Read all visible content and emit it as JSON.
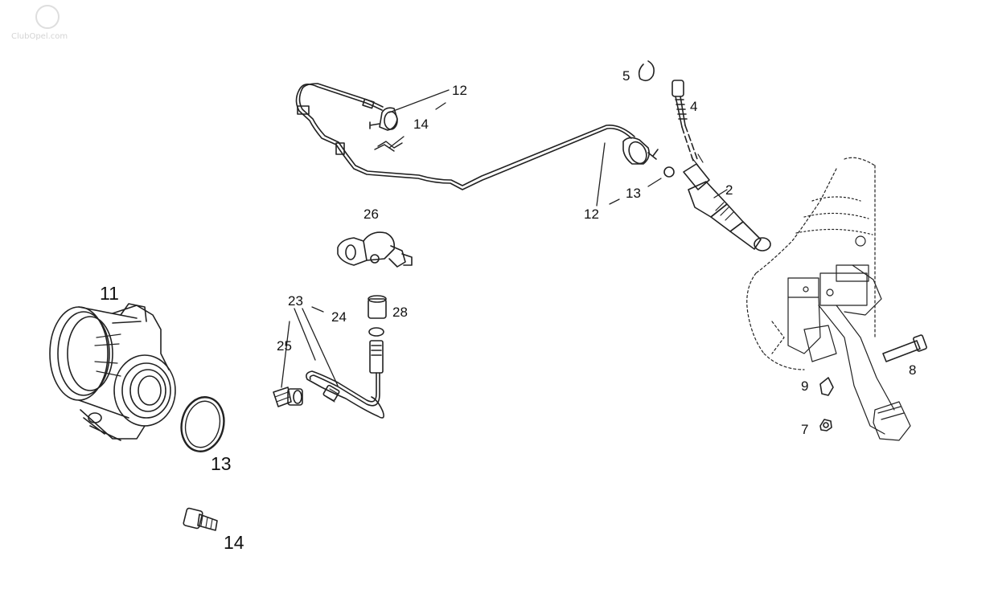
{
  "watermark": "ClubOpel.com",
  "callouts": [
    {
      "id": "c12a",
      "text": "12"
    },
    {
      "id": "c14a",
      "text": "14"
    },
    {
      "id": "c5",
      "text": "5"
    },
    {
      "id": "c4",
      "text": "4"
    },
    {
      "id": "c2",
      "text": "2"
    },
    {
      "id": "c13a",
      "text": "13"
    },
    {
      "id": "c12b",
      "text": "12"
    },
    {
      "id": "c26",
      "text": "26"
    },
    {
      "id": "c11",
      "text": "11"
    },
    {
      "id": "c23",
      "text": "23"
    },
    {
      "id": "c24",
      "text": "24"
    },
    {
      "id": "c28",
      "text": "28"
    },
    {
      "id": "c25",
      "text": "25"
    },
    {
      "id": "c8",
      "text": "8"
    },
    {
      "id": "c9",
      "text": "9"
    },
    {
      "id": "c7",
      "text": "7"
    },
    {
      "id": "c13b",
      "text": "13"
    },
    {
      "id": "c14b",
      "text": "14"
    }
  ]
}
